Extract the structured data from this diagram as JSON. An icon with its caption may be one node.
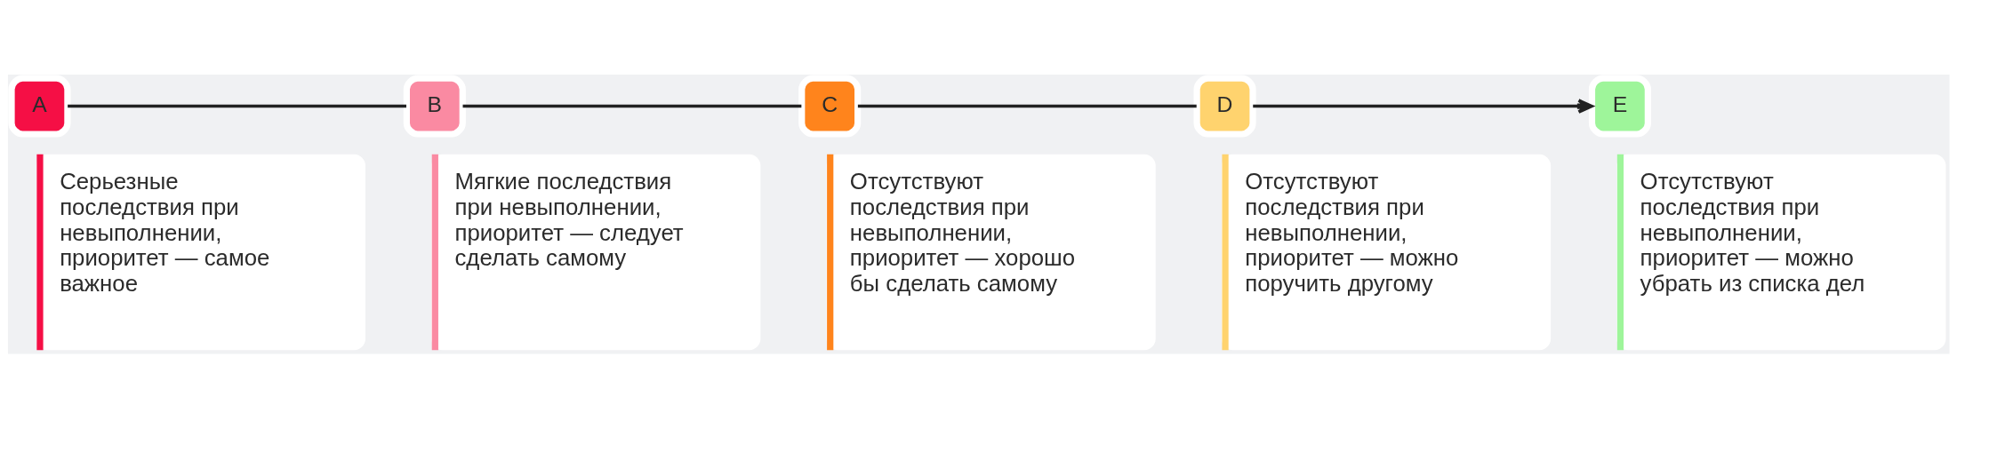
{
  "diagram": {
    "nodes": [
      {
        "text": [
          "A"
        ]
      },
      {
        "text": [
          "B"
        ]
      },
      {
        "text": [
          "C"
        ]
      },
      {
        "text": [
          "D"
        ]
      },
      {
        "text": [
          "E"
        ]
      },
      {
        "text": [
          "Серьезные последствия при невыполнении, приоритет — самое важное"
        ]
      },
      {
        "text": [
          "Мягкие последствия при невыполнении, приоритет — следует сделать самому"
        ]
      },
      {
        "text": [
          "Отсутствуют последствия при невыполнении, приоритет — хорошо бы сделать самому"
        ]
      },
      {
        "text": [
          "Отсутствуют последствия при невыполнении, приоритет — можно поручить другому"
        ]
      },
      {
        "text": [
          "Отсутствуют последствия при невыполнении, приоритет — можно убрать из списка дел"
        ]
      }
    ],
    "edges": [
      {
        "from": 0,
        "to": 1,
        "arrow": "none"
      },
      {
        "from": 1,
        "to": 2,
        "arrow": "none"
      },
      {
        "from": 2,
        "to": 3,
        "arrow": "none"
      },
      {
        "from": 3,
        "to": 4,
        "arrow": "to"
      }
    ]
  }
}
